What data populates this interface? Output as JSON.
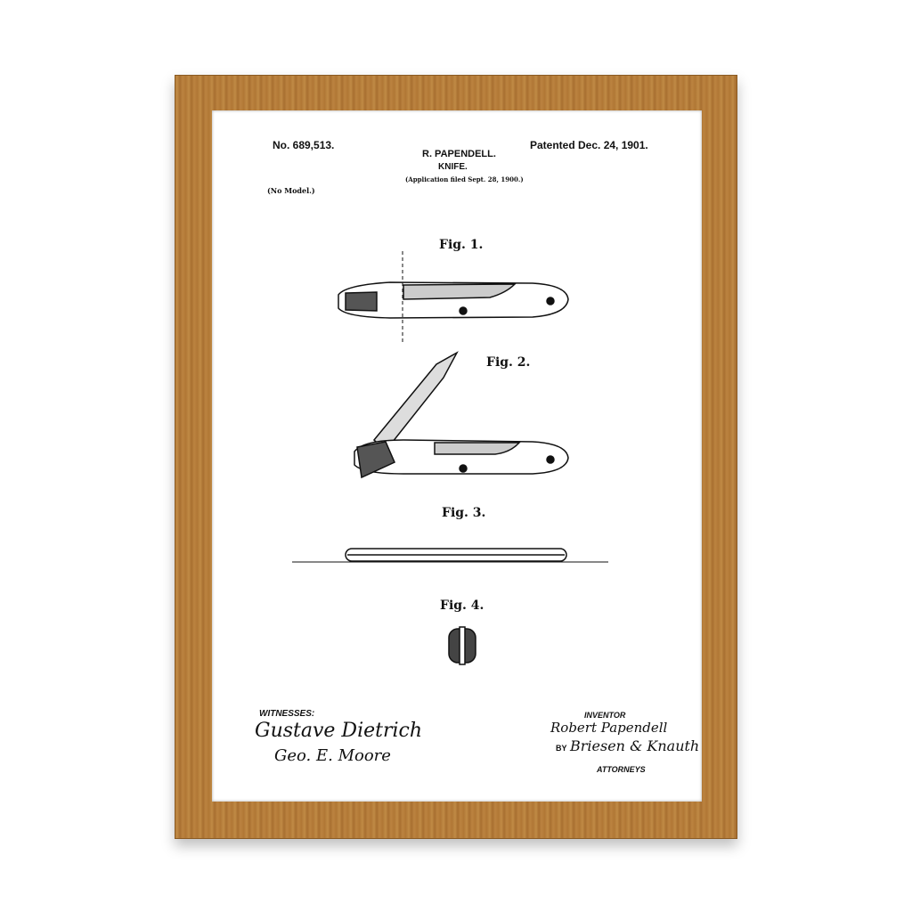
{
  "header": {
    "number": "No. 689,513.",
    "inventor": "R. PAPENDELL.",
    "title": "KNIFE.",
    "application": "(Application filed Sept. 28, 1900.)",
    "patented": "Patented Dec. 24, 1901.",
    "model": "(No Model.)"
  },
  "figures": {
    "fig1": "Fig. 1.",
    "fig2": "Fig. 2.",
    "fig3": "Fig. 3.",
    "fig4": "Fig. 4."
  },
  "footer": {
    "witnesses": "WITNESSES:",
    "witness1": "Gustave Dietrich",
    "witness2": "Geo. E. Moore",
    "inventor_label": "INVENTOR",
    "inventor_sig": "Robert Papendell",
    "by": "BY",
    "attorneys_sig": "Briesen & Knauth",
    "attorneys": "ATTORNEYS"
  }
}
